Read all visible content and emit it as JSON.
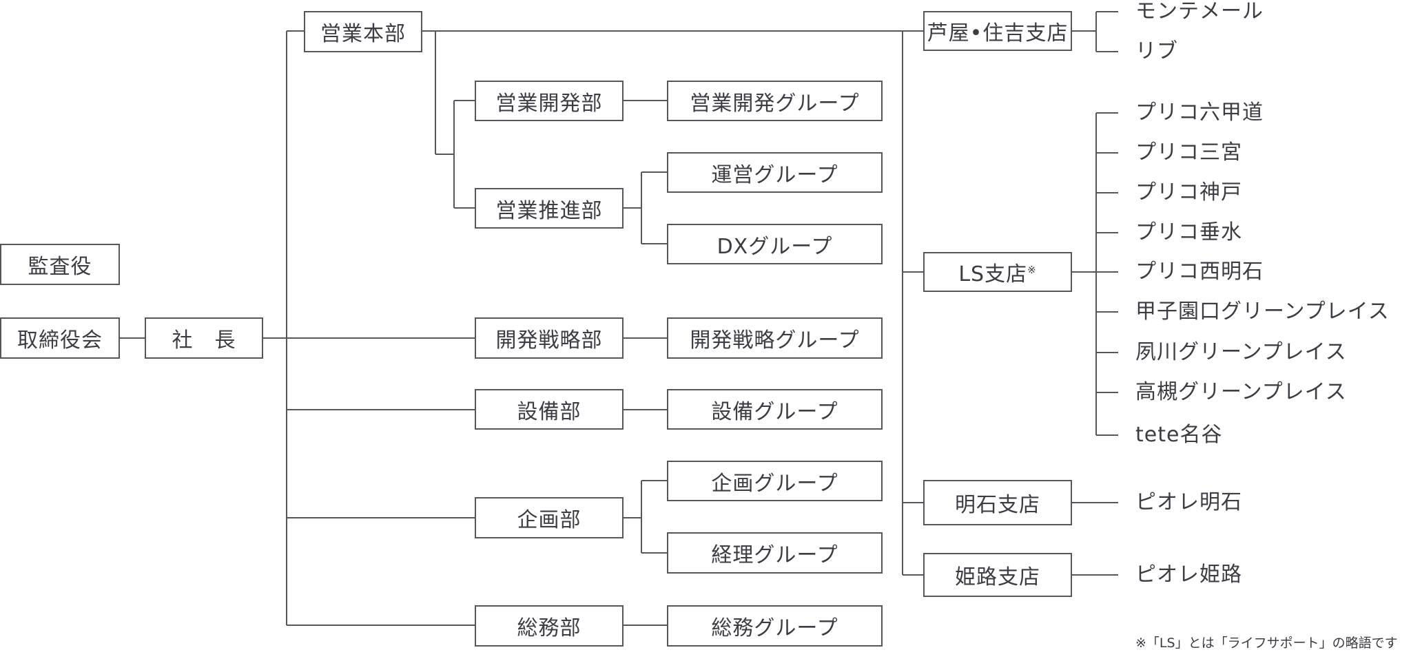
{
  "orgchart": {
    "audit": "監査役",
    "board": "取締役会",
    "president": "社　長",
    "sales_hq": "営業本部",
    "sales_dev_dept": "営業開発部",
    "sales_dev_group": "営業開発グループ",
    "sales_promo_dept": "営業推進部",
    "ops_group": "運営グループ",
    "dx_group": "DXグループ",
    "dev_strategy_dept": "開発戦略部",
    "dev_strategy_group": "開発戦略グループ",
    "facilities_dept": "設備部",
    "facilities_group": "設備グループ",
    "planning_dept": "企画部",
    "planning_group": "企画グループ",
    "accounting_group": "経理グループ",
    "general_affairs_dept": "総務部",
    "general_affairs_group": "総務グループ",
    "branches": {
      "ashiya": {
        "name": "芦屋•住吉支店",
        "stores": [
          "モンテメール",
          "リブ"
        ]
      },
      "ls": {
        "name": "LS支店",
        "mark": "※",
        "stores": [
          "プリコ六甲道",
          "プリコ三宮",
          "プリコ神戸",
          "プリコ垂水",
          "プリコ西明石",
          "甲子園口グリーンプレイス",
          "夙川グリーンプレイス",
          "高槻グリーンプレイス",
          "tete名谷"
        ]
      },
      "akashi": {
        "name": "明石支店",
        "stores": [
          "ピオレ明石"
        ]
      },
      "himeji": {
        "name": "姫路支店",
        "stores": [
          "ピオレ姫路"
        ]
      }
    },
    "footnote": "※「LS」とは「ライフサポート」の略語です"
  }
}
